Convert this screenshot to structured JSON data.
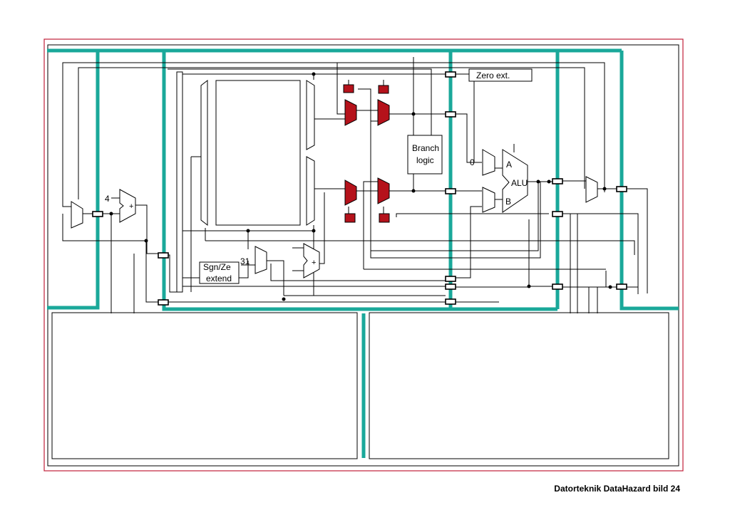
{
  "labels": {
    "zero_ext": "Zero ext.",
    "branch_logic_line1": "Branch",
    "branch_logic_line2": "logic",
    "alu": "ALU",
    "alu_a": "A",
    "alu_b": "B",
    "const_zero": "0",
    "const_four": "4",
    "const_31": "31",
    "sign_ext_line1": "Sgn/Ze",
    "sign_ext_line2": "extend",
    "adder_plus": "+",
    "branch_adder_plus": "+"
  },
  "caption": "Datorteknik DataHazard bild 24",
  "colors": {
    "frame": "#c0203a",
    "pipeline": "#1aa89a",
    "forward_mux": "#b5121b"
  }
}
